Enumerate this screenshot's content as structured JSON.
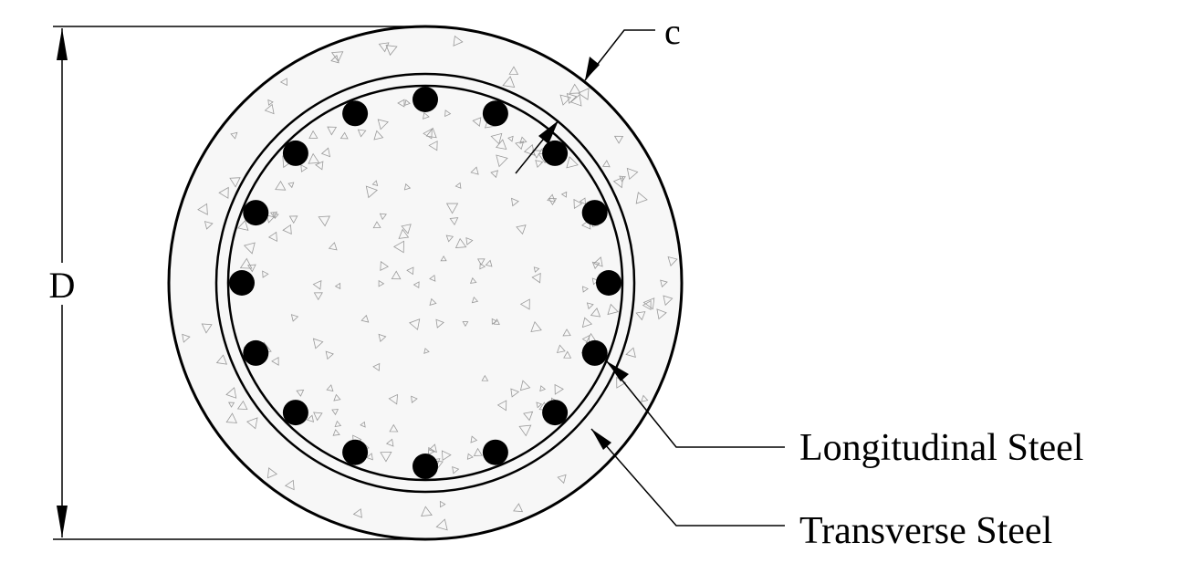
{
  "diagram": {
    "labels": {
      "diameter": "D",
      "cover": "c",
      "longitudinal": "Longitudinal Steel",
      "transverse": "Transverse Steel"
    },
    "longitudinal_bar_count": 16,
    "colors": {
      "line": "#000000",
      "concrete": "#f7f7f7",
      "aggregate": "#9a9a9a",
      "bar": "#000000"
    }
  }
}
